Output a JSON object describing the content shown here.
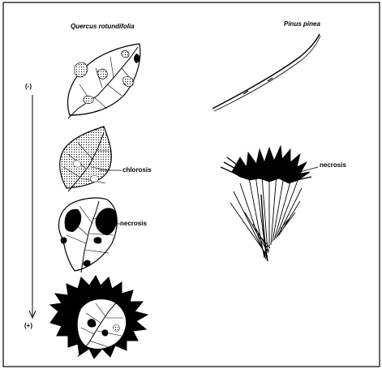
{
  "figure": {
    "species_left": "Quercus rotundifolia",
    "species_right": "Pinus pinea",
    "scale_top": "(-)",
    "scale_bottom": "(+)",
    "labels": {
      "chlorosis": "chlorosis",
      "necrosis_oak": "necrosis",
      "necrosis_pine": "necrosis"
    }
  },
  "colors": {
    "ink": "#000000",
    "paper": "#ffffff"
  }
}
